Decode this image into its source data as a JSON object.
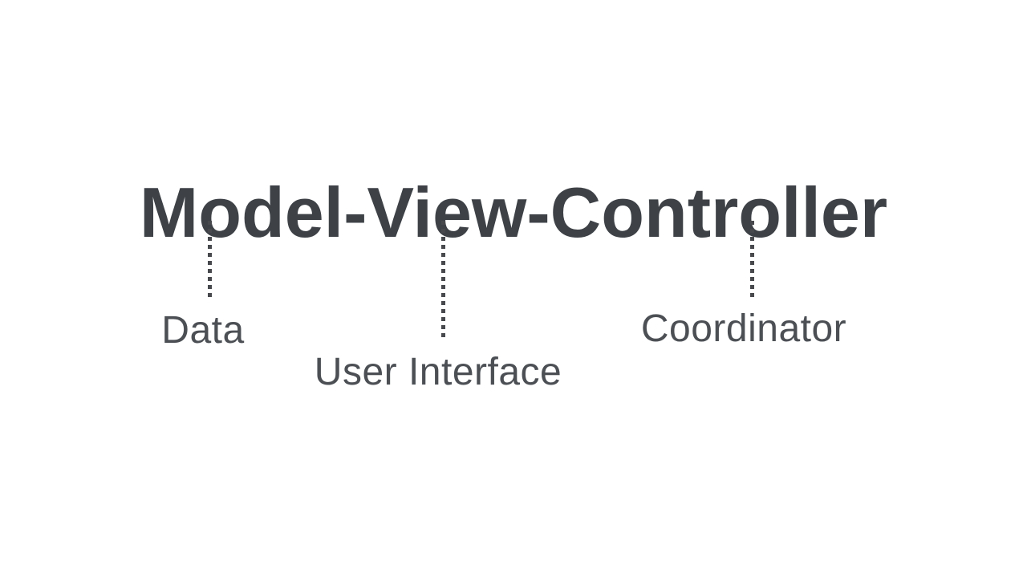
{
  "slide": {
    "title": "Model-View-Controller"
  },
  "annotations": [
    {
      "part": "Model",
      "label": "Data"
    },
    {
      "part": "View",
      "label": "User Interface"
    },
    {
      "part": "Controller",
      "label": "Coordinator"
    }
  ],
  "colors": {
    "background": "#ffffff",
    "title": "#3e4247",
    "label": "#4c5055",
    "dotted_line": "#47494d"
  }
}
